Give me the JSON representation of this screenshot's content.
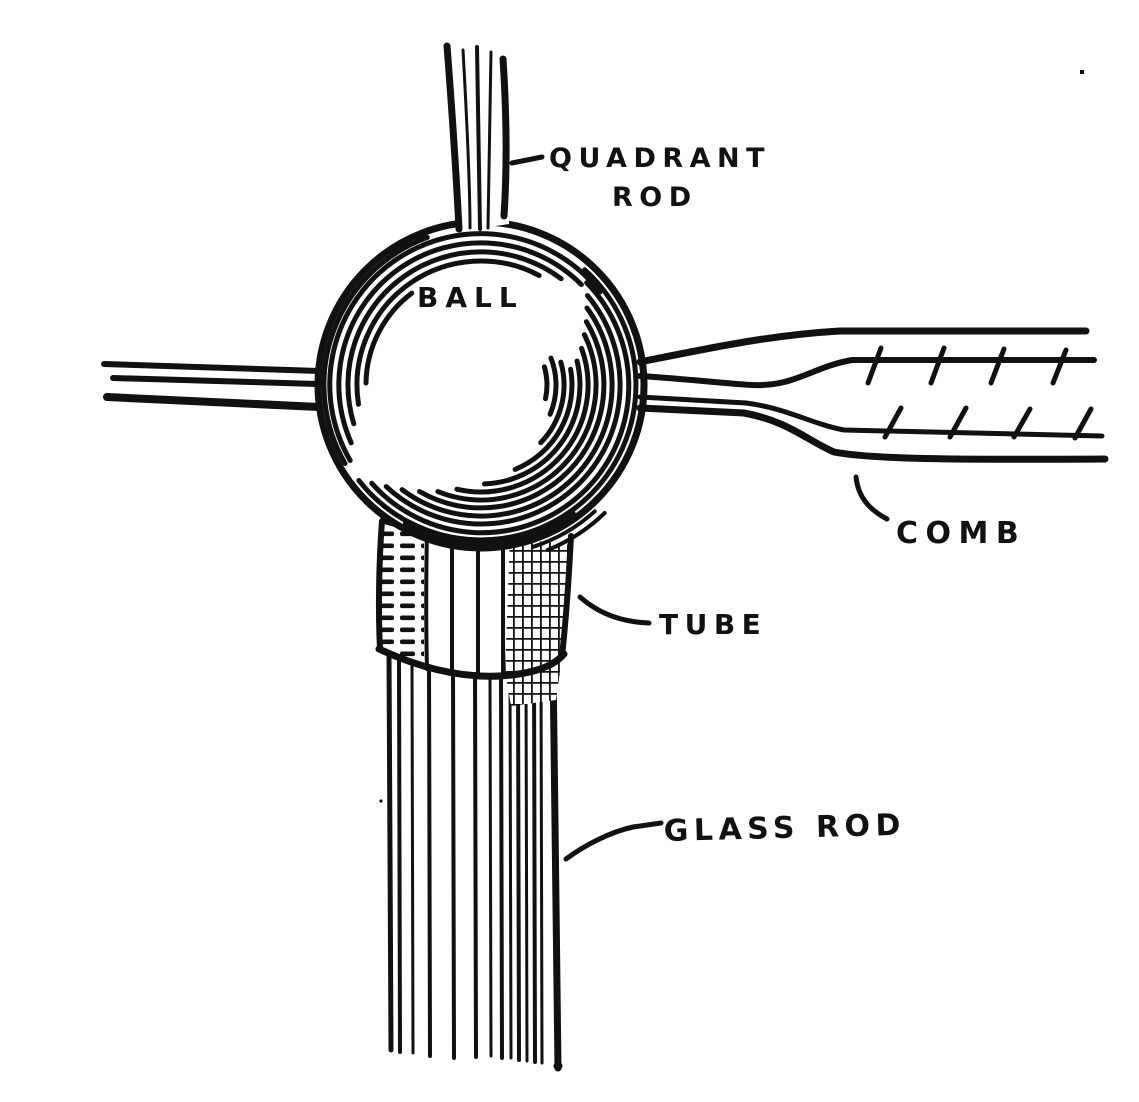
{
  "figure": {
    "colors": {
      "background": "#ffffff",
      "ink": "#111111"
    },
    "labels": {
      "quadrant_rod_line1": "QUADRANT",
      "quadrant_rod_line2": "ROD",
      "ball": "BALL",
      "comb": "COMB",
      "tube": "TUBE",
      "glass_rod": "GLASS ROD"
    }
  }
}
